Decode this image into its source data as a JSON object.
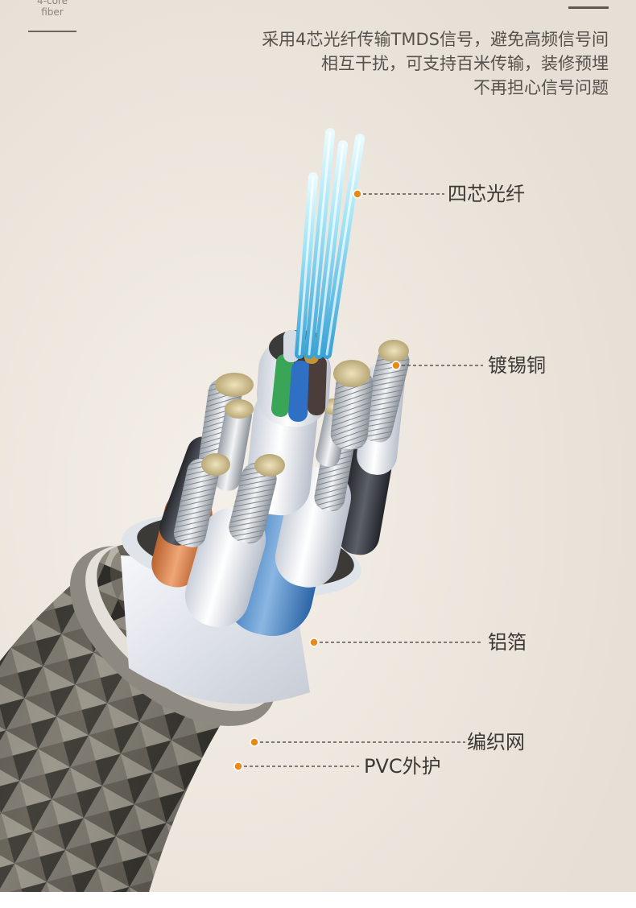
{
  "header": {
    "tag_en_lines": [
      "4-core",
      "fiber"
    ],
    "description_lines": [
      "采用4芯光纤传输TMDS信号，避免高频信号间",
      "相互干扰，可支持百米传输，装修预埋",
      "不再担心信号问题"
    ]
  },
  "labels": {
    "fiber": "四芯光纤",
    "tinned_copper": "镀锡铜",
    "aluminum_foil": "铝箔",
    "braided_mesh": "编织网",
    "pvc_jacket": "PVC外护"
  },
  "colors": {
    "background": "#ece6de",
    "marker": "#e88a1a",
    "text": "#3b3835",
    "fiber_cyan": "#7fd8f0",
    "copper_core": "#d8c79a",
    "orange_insulation": "#d98a52",
    "blue_insulation": "#3f86c9",
    "braid_dark": "#4a4740"
  }
}
